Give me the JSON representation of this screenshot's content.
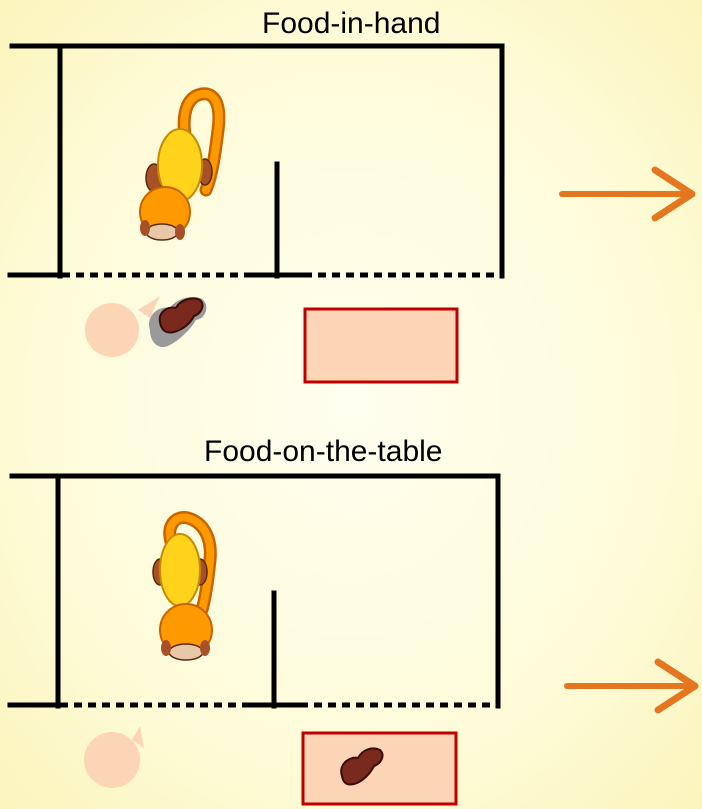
{
  "colors": {
    "background_center": "#fffff0",
    "background_edge": "#fbf3b7",
    "wall": "#000000",
    "arrow": "#e3761e",
    "table_fill": "#fbd5b5",
    "table_border": "#c00000",
    "speech_bubble": "#fbd5b5",
    "monkey_orange": "#ff9900",
    "monkey_yellow": "#ffd21c",
    "monkey_brown": "#a85028",
    "food_fill": "#7a2a1c",
    "food_shadow": "#9a9a9a"
  },
  "panels": [
    {
      "title": "Food-in-hand",
      "food_location": "hand",
      "icons": [
        "monkey-icon",
        "speech-bubble-icon",
        "food-icon",
        "table-icon",
        "arrow-right-icon"
      ]
    },
    {
      "title": "Food-on-the-table",
      "food_location": "table",
      "icons": [
        "monkey-icon",
        "speech-bubble-icon",
        "food-icon",
        "table-icon",
        "arrow-right-icon"
      ]
    }
  ]
}
